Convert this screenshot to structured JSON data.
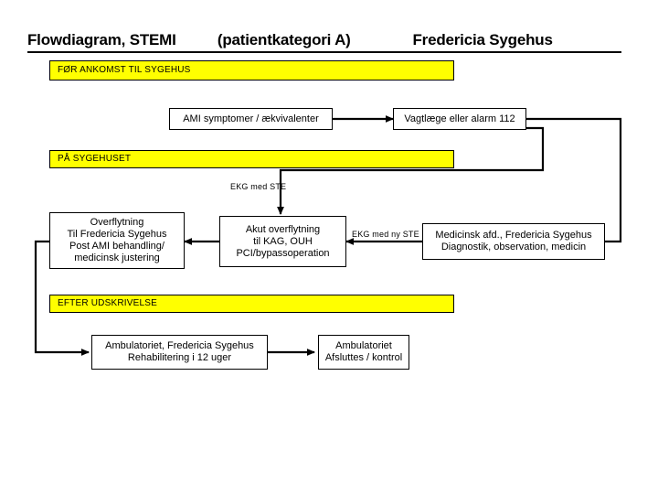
{
  "document": {
    "title": "Flowdiagram, STEMI          (patientkategori A)               Fredericia Sygehus",
    "title_parts": {
      "left": "Flowdiagram, STEMI",
      "middle": "(patientkategori A)",
      "right": "Fredericia Sygehus"
    }
  },
  "sections": [
    {
      "id": "before-arrival",
      "label": "FØR ANKOMST TIL SYGEHUS"
    },
    {
      "id": "at-hospital",
      "label": "PÅ SYGEHUSET"
    },
    {
      "id": "after-discharge",
      "label": "EFTER UDSKRIVELSE"
    }
  ],
  "nodes": [
    {
      "id": "ami-symptoms",
      "label": "AMI symptomer / ækvivalenter"
    },
    {
      "id": "doctor-alarm",
      "label": "Vagtlæge eller alarm 112"
    },
    {
      "id": "transfer-back",
      "label": "Overflytning\nTil Fredericia Sygehus\nPost AMI behandling/\nmedicinsk justering"
    },
    {
      "id": "acute-transfer",
      "label": "Akut overflytning\ntil KAG, OUH\nPCI/bypassoperation"
    },
    {
      "id": "medical-dept",
      "label": "Medicinsk afd., Fredericia Sygehus\nDiagnostik, observation, medicin"
    },
    {
      "id": "rehab-clinic",
      "label": "Ambulatoriet, Fredericia Sygehus\nRehabilitering i 12 uger"
    },
    {
      "id": "clinic-end",
      "label": "Ambulatoriet\nAfsluttes / kontrol"
    }
  ],
  "edge_labels": [
    {
      "id": "ekg-ste",
      "label": "EKG med STE"
    },
    {
      "id": "ekg-ny-ste",
      "label": "EKG med ny STE"
    }
  ],
  "colors": {
    "band_fill": "#ffff00",
    "node_fill": "#ffffff",
    "stroke": "#000000",
    "background": "#ffffff"
  },
  "chart_data": {
    "type": "diagram",
    "title": "Flowdiagram, STEMI (patientkategori A) Fredericia Sygehus",
    "swimlanes": [
      "FØR ANKOMST TIL SYGEHUS",
      "PÅ SYGEHUSET",
      "EFTER UDSKRIVELSE"
    ],
    "edges": [
      {
        "from": "ami-symptoms",
        "to": "doctor-alarm",
        "label": ""
      },
      {
        "from": "doctor-alarm",
        "to": "acute-transfer",
        "label": "EKG med STE"
      },
      {
        "from": "doctor-alarm",
        "to": "medical-dept",
        "label": ""
      },
      {
        "from": "medical-dept",
        "to": "acute-transfer",
        "label": "EKG med ny STE"
      },
      {
        "from": "acute-transfer",
        "to": "transfer-back",
        "label": ""
      },
      {
        "from": "transfer-back",
        "to": "rehab-clinic",
        "label": ""
      },
      {
        "from": "rehab-clinic",
        "to": "clinic-end",
        "label": ""
      }
    ]
  }
}
